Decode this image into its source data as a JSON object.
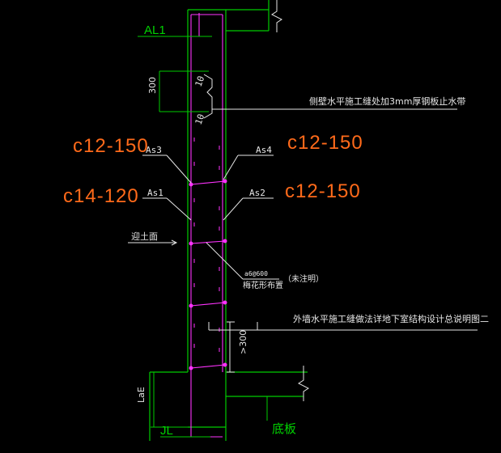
{
  "colors": {
    "background": "#000000",
    "wall_outline": "#00cc00",
    "rebar": "#ff33ff",
    "annotation": "#e6e6e6",
    "callout": "#ff6a1a"
  },
  "labels": {
    "beam_mark": "AL1",
    "footing_mark": "JL",
    "base_slab": "底板",
    "backfill_surface": "迎土面",
    "dim_top_300": "300",
    "dim_bottom_300": ">300",
    "dim_lae": "LaE",
    "bar_as1": "As1",
    "bar_as2": "As2",
    "bar_as3": "As3",
    "bar_as4": "As4",
    "bar_10_upper": "10",
    "bar_10_lower": "10",
    "tie_spec": "a6@600",
    "tie_pattern": "梅花形布置",
    "tie_not_shown": "（未注明）",
    "note_waterstop": "侧壁水平施工缝处加3mm厚钢板止水带",
    "note_joint": "外墙水平施工缝做法详地下室结构设计总说明图二"
  },
  "callouts": {
    "as3": "c12-150",
    "as4": "c12-150",
    "as1": "c14-120",
    "as2": "c12-150"
  }
}
